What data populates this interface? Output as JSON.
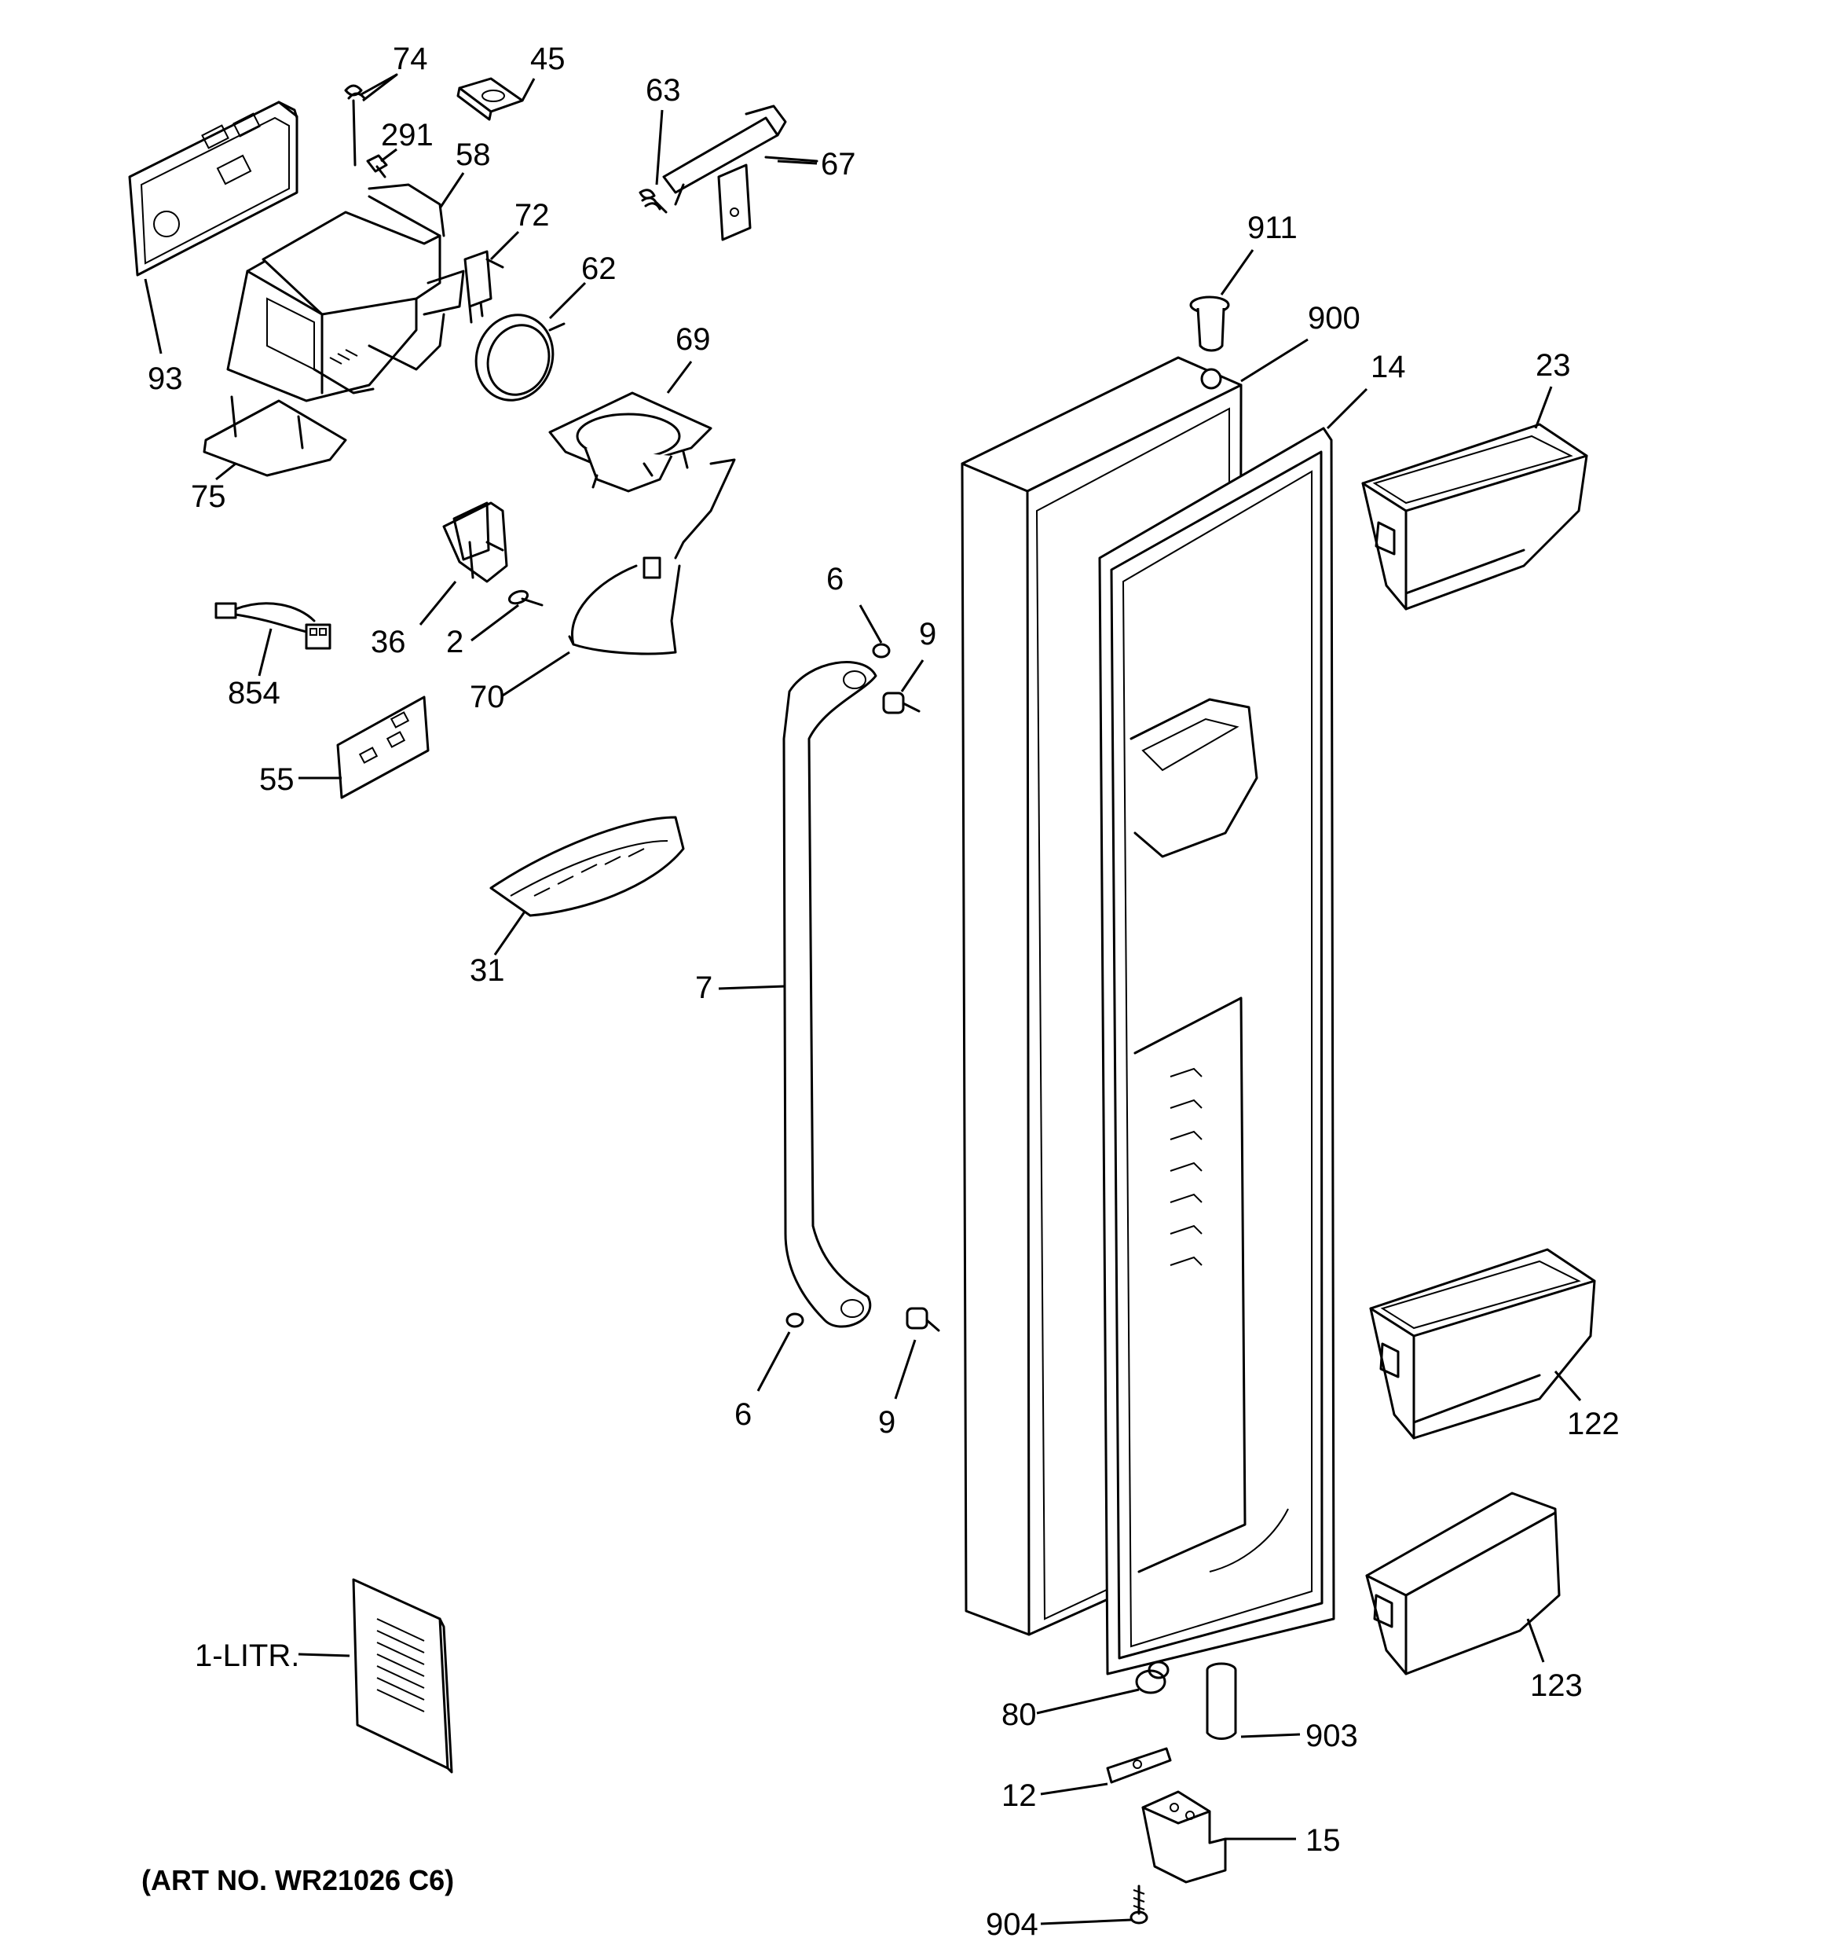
{
  "callouts": {
    "c74": "74",
    "c45": "45",
    "c63": "63",
    "c67": "67",
    "c291": "291",
    "c58": "58",
    "c72": "72",
    "c62": "62",
    "c911": "911",
    "c900": "900",
    "c14": "14",
    "c23": "23",
    "c93": "93",
    "c69": "69",
    "c75": "75",
    "c6a": "6",
    "c9a": "9",
    "c36": "36",
    "c2": "2",
    "c854": "854",
    "c70": "70",
    "c55": "55",
    "c31": "31",
    "c7": "7",
    "c6b": "6",
    "c9b": "9",
    "c122": "122",
    "c123": "123",
    "c1litr": "1-LITR.",
    "c80": "80",
    "c903": "903",
    "c12": "12",
    "c15": "15",
    "c904": "904"
  },
  "art_number": "(ART NO. WR21026 C6)"
}
